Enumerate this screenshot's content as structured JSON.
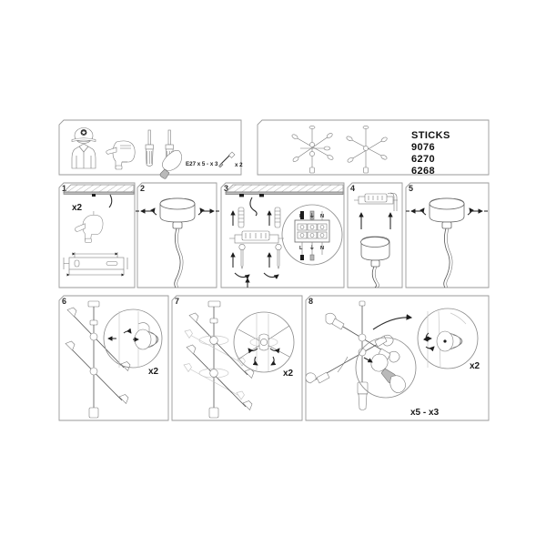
{
  "document": {
    "kind": "assembly-instruction-sheet",
    "product": {
      "brand": "STICKS",
      "model_codes": [
        "9076",
        "6270",
        "6268"
      ]
    }
  },
  "tools_panel": {
    "name": "tools-and-parts",
    "items": [
      {
        "icon": "installer-person-icon",
        "label": ""
      },
      {
        "icon": "power-drill-icon",
        "label": ""
      },
      {
        "icon": "screwdriver-icon",
        "label": ""
      },
      {
        "icon": "screwdriver-phillips-icon",
        "label": ""
      },
      {
        "icon": "light-bulb-icon",
        "label": "E27 x 5 - x 3"
      },
      {
        "icon": "wall-anchor-screw-icon",
        "label": "x 2"
      }
    ]
  },
  "product_panel": {
    "name": "product-overview",
    "figures": [
      "stick-lamp-variant-a",
      "stick-lamp-variant-b"
    ]
  },
  "steps": [
    {
      "number": "1",
      "name": "drill-ceiling-holes",
      "qty": "x2",
      "has_ceiling": true,
      "labels": []
    },
    {
      "number": "2",
      "name": "loosen-canopy-ring",
      "qty": "",
      "has_ceiling": false,
      "labels": []
    },
    {
      "number": "3",
      "name": "connect-terminal-block-wiring",
      "qty": "",
      "has_ceiling": true,
      "terminal": {
        "top_labels": [
          "L",
          "⏚",
          "N"
        ],
        "bottom_labels": [
          "L",
          "⏚",
          "N"
        ]
      },
      "labels": []
    },
    {
      "number": "4",
      "name": "push-canopy-to-ceiling",
      "qty": "",
      "has_ceiling": false,
      "labels": []
    },
    {
      "number": "5",
      "name": "tighten-canopy-ring",
      "qty": "",
      "has_ceiling": false,
      "labels": []
    },
    {
      "number": "6",
      "name": "attach-stick-arms",
      "qty": "x2",
      "has_ceiling": false,
      "labels": []
    },
    {
      "number": "7",
      "name": "rotate-and-position-arms",
      "qty": "x2",
      "has_ceiling": false,
      "labels": []
    },
    {
      "number": "8",
      "name": "install-bulbs",
      "qty": "x2",
      "qty_secondary": "x5 - x3",
      "has_ceiling": false,
      "labels": []
    }
  ],
  "colors": {
    "panel_border": "#9a9a9a",
    "line": "#555555",
    "detail_dark": "#1d1d1d",
    "ceiling_band": "#bdbdbd",
    "ghost": "#c8c8c8",
    "background": "#ffffff"
  }
}
